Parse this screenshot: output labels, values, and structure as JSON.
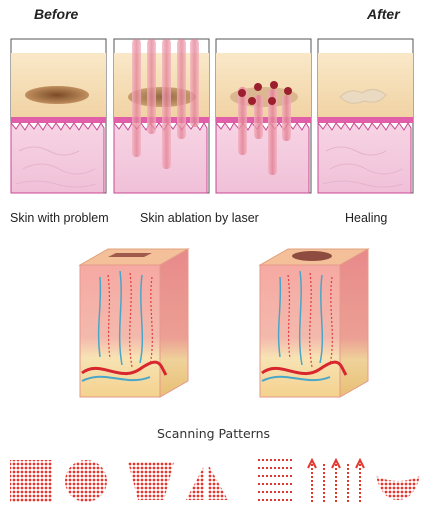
{
  "header": {
    "before": "Before",
    "after": "After"
  },
  "captions": {
    "problem": "Skin with problem",
    "ablation": "Skin ablation by laser",
    "healing": "Healing"
  },
  "section": {
    "title": "Scanning Patterns"
  },
  "colors": {
    "epidermis": "#f6dfb8",
    "dermis_line": "#d94fa0",
    "dermis": "#f2c6dc",
    "lesion": "#8c5a34",
    "laser": "#e98fa0",
    "dot": "#e3382f"
  },
  "patterns": [
    "square",
    "circle",
    "trapezoid",
    "triangles",
    "zigzag-arrows",
    "wave-arrows",
    "crescent"
  ]
}
